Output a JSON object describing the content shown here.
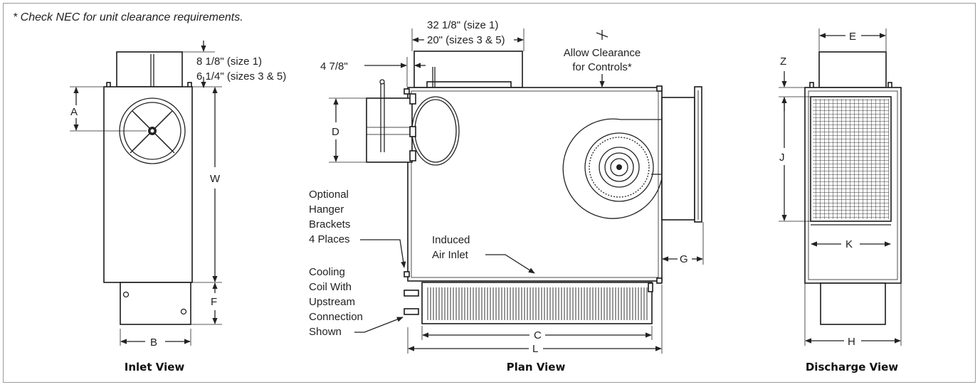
{
  "note": "* Check NEC for unit clearance requirements.",
  "views": {
    "inlet": "Inlet View",
    "plan": "Plan View",
    "discharge": "Discharge View"
  },
  "dimensions": {
    "a": "A",
    "b": "B",
    "c": "C",
    "d": "D",
    "e": "E",
    "f": "F",
    "g": "G",
    "h": "H",
    "j": "J",
    "k": "K",
    "l": "L",
    "w": "W",
    "z": "Z",
    "size1_top": "8 1/8\" (size 1)",
    "size35_top": "6 1/4\" (sizes 3 & 5)",
    "plan_width_size1": "32 1/8\" (size 1)",
    "plan_width_size35": "20\" (sizes 3 & 5)",
    "offset": "4 7/8\""
  },
  "callouts": {
    "controls": [
      "Allow Clearance",
      "for Controls*"
    ],
    "hanger": [
      "Optional",
      "Hanger",
      "Brackets",
      "4 Places"
    ],
    "induced": [
      "Induced",
      "Air Inlet"
    ],
    "coil": [
      "Cooling",
      "Coil With",
      "Upstream",
      "Connection",
      "Shown"
    ]
  }
}
